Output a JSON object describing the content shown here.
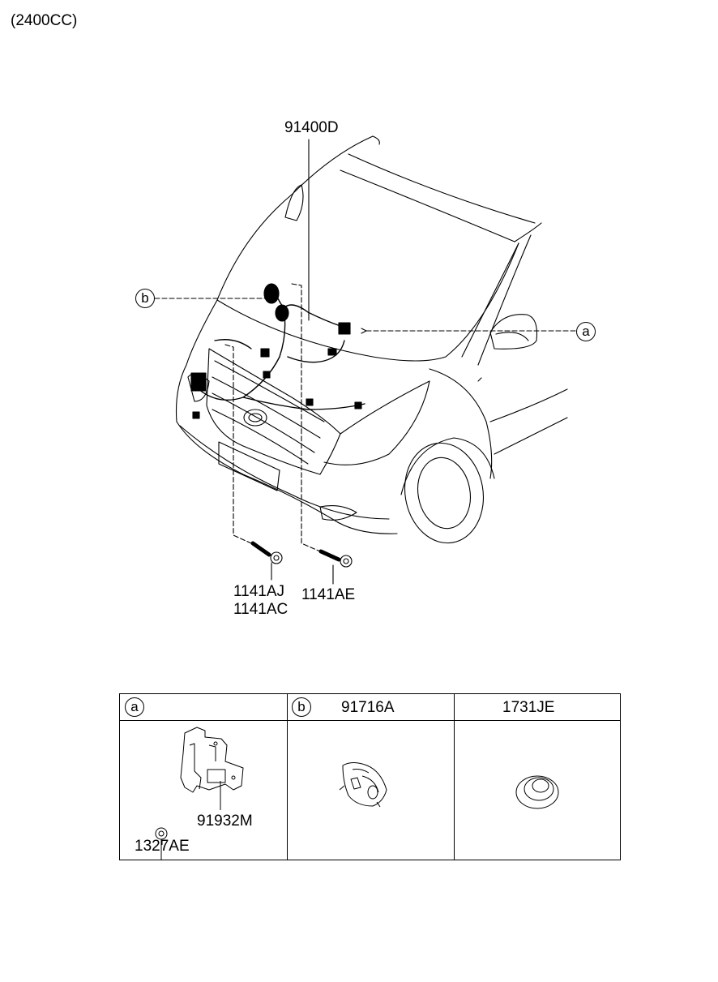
{
  "engine_spec": "(2400CC)",
  "main_labels": {
    "harness": "91400D",
    "bolt_left_1": "1141AJ",
    "bolt_left_2": "1141AC",
    "bolt_right": "1141AE"
  },
  "callouts": {
    "a": "a",
    "b": "b"
  },
  "table": {
    "col_a": {
      "letter": "a",
      "label_bracket": "91932M",
      "label_nut": "1327AE"
    },
    "col_b": {
      "letter": "b",
      "part": "91716A"
    },
    "col_c": {
      "part": "1731JE"
    }
  }
}
